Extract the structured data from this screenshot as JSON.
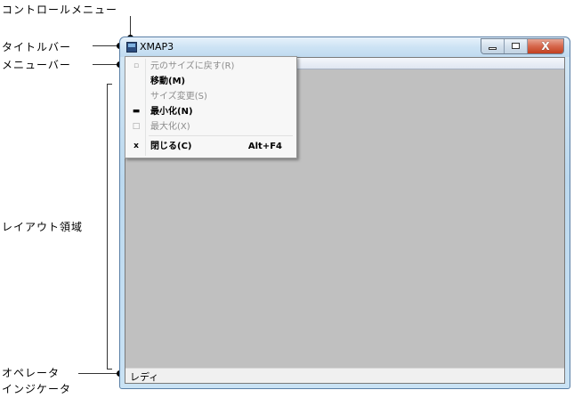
{
  "annotations": {
    "control_menu": "コントロールメニュー",
    "title_bar": "タイトルバー",
    "menu_bar": "メニューバー",
    "layout_area": "レイアウト領域",
    "operator_indicator_line1": "オペレータ",
    "operator_indicator_line2": "インジケータ"
  },
  "window": {
    "title": "XMAP3",
    "icons": {
      "app": "app-window-icon",
      "minimize": "minimize-icon",
      "maximize": "maximize-icon",
      "close": "close-icon"
    },
    "close_glyph": "X",
    "status_text": "レディ"
  },
  "control_menu": {
    "items": [
      {
        "icon": "restore-icon",
        "glyph": "▫",
        "label": "元のサイズに戻す(R)",
        "accel": "",
        "enabled": false
      },
      {
        "icon": "",
        "glyph": "",
        "label": "移動(M)",
        "accel": "",
        "enabled": true
      },
      {
        "icon": "",
        "glyph": "",
        "label": "サイズ変更(S)",
        "accel": "",
        "enabled": false
      },
      {
        "icon": "minimize-icon",
        "glyph": "▬",
        "label": "最小化(N)",
        "accel": "",
        "enabled": true
      },
      {
        "icon": "maximize-icon",
        "glyph": "□",
        "label": "最大化(X)",
        "accel": "",
        "enabled": false
      },
      {
        "icon": "close-icon",
        "glyph": "x",
        "label": "閉じる(C)",
        "accel": "Alt+F4",
        "enabled": true
      }
    ]
  },
  "colors": {
    "frame_blue": "#bcd9ef",
    "client_gray": "#c0c0c0",
    "close_red": "#c2401f"
  }
}
